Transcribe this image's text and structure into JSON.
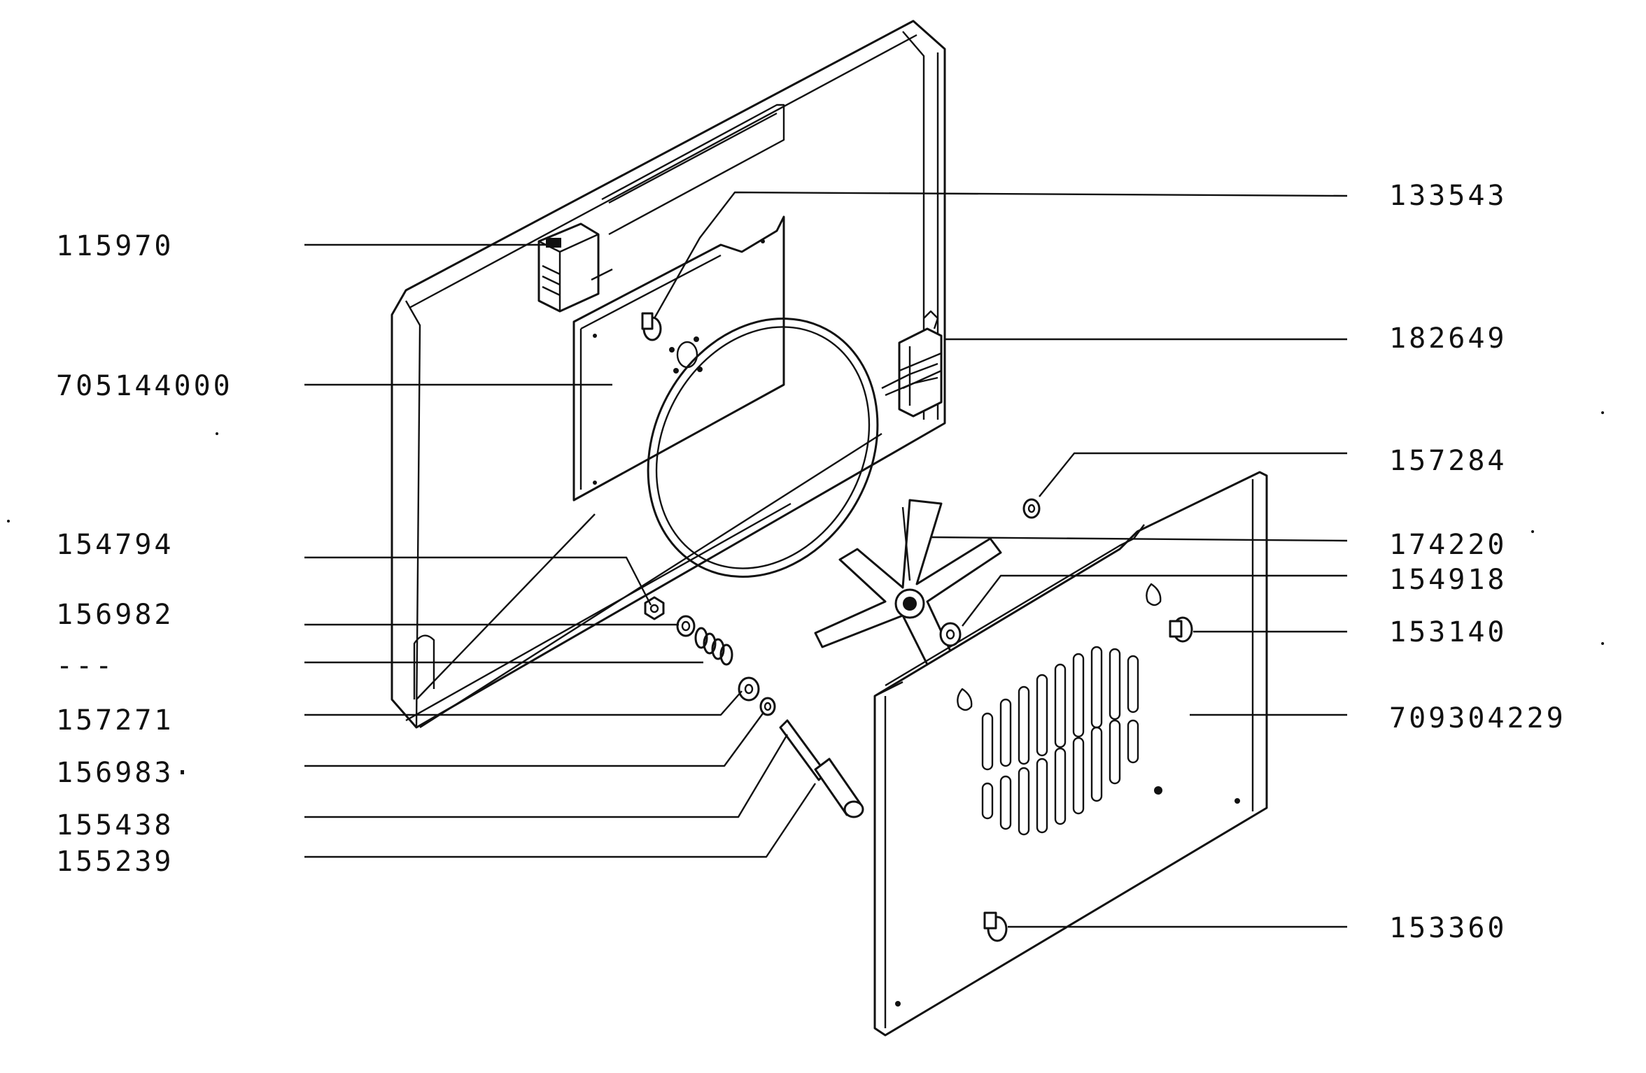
{
  "colors": {
    "ink": "#111111",
    "paper": "#ffffff"
  },
  "labels_left": [
    {
      "id": "115970",
      "text": "115970"
    },
    {
      "id": "705144000",
      "text": "705144000"
    },
    {
      "id": "154794",
      "text": "154794"
    },
    {
      "id": "156982",
      "text": "156982"
    },
    {
      "id": "dash",
      "text": "---"
    },
    {
      "id": "157271",
      "text": "157271"
    },
    {
      "id": "156983",
      "text": "156983·"
    },
    {
      "id": "155438",
      "text": "155438"
    },
    {
      "id": "155239",
      "text": "155239"
    }
  ],
  "labels_right": [
    {
      "id": "133543",
      "text": "133543"
    },
    {
      "id": "182649",
      "text": "182649"
    },
    {
      "id": "157284",
      "text": "157284"
    },
    {
      "id": "174220",
      "text": "174220"
    },
    {
      "id": "154918",
      "text": "154918"
    },
    {
      "id": "153140",
      "text": "153140"
    },
    {
      "id": "709304229",
      "text": "709304229"
    },
    {
      "id": "153360",
      "text": "153360"
    }
  ]
}
